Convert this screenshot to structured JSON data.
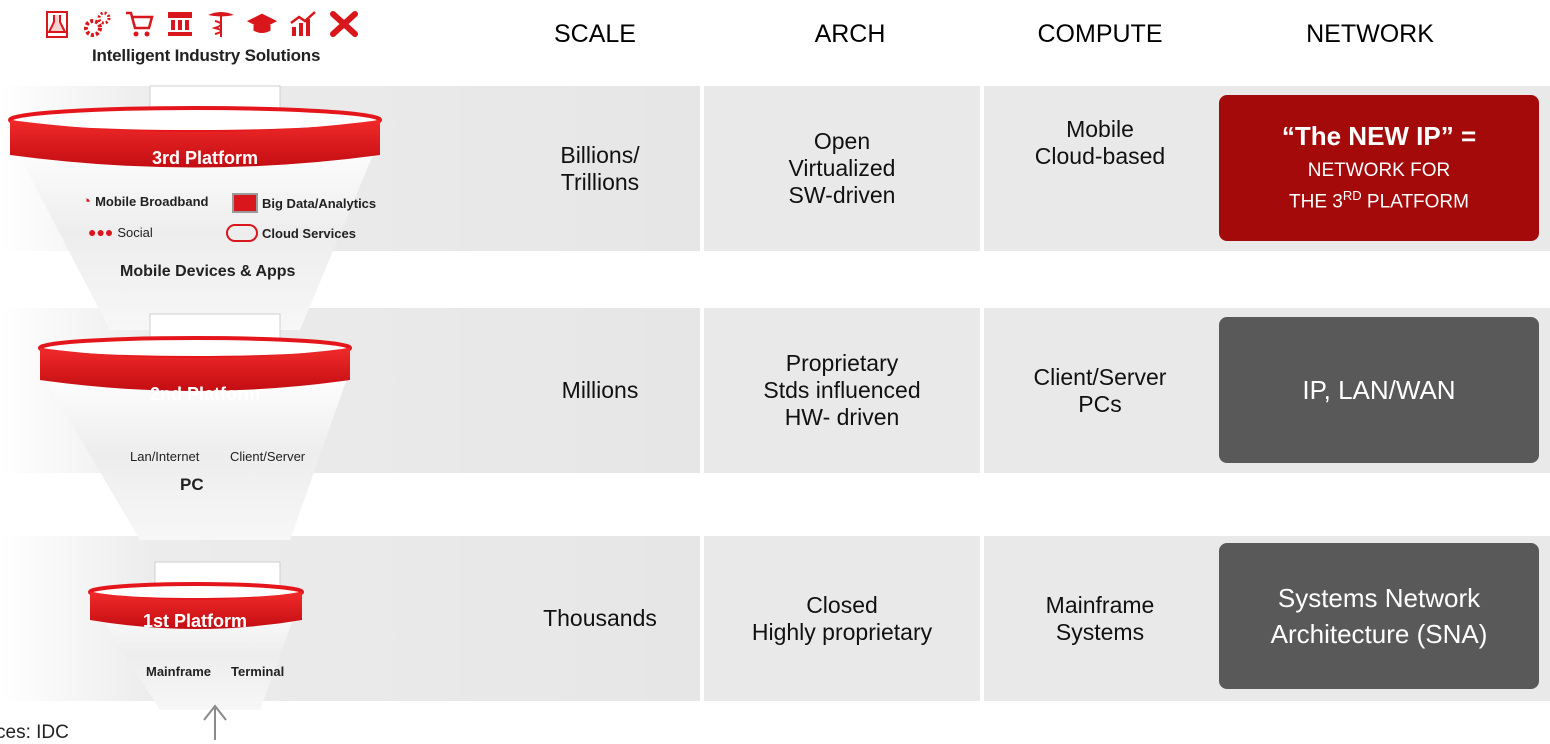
{
  "header": {
    "tagline": "Intelligent Industry Solutions",
    "icons": [
      "flask-icon",
      "gears-icon",
      "cart-icon",
      "bank-icon",
      "caduceus-icon",
      "graduation-cap-icon",
      "growth-chart-icon",
      "airplane-icon"
    ],
    "columns": [
      "SCALE",
      "ARCH",
      "COMPUTE",
      "NETWORK"
    ]
  },
  "platforms": [
    {
      "name": "3rd Platform",
      "tags": [
        "Mobile Broadband",
        "Big Data/Analytics",
        "Social",
        "Cloud Services"
      ],
      "caption": "Mobile Devices & Apps",
      "scale": [
        "Billions/",
        "Trillions"
      ],
      "arch": [
        "Open",
        "Virtualized",
        "SW-driven"
      ],
      "compute": [
        "Mobile",
        "Cloud-based"
      ],
      "network": {
        "title": "“The NEW IP” =",
        "line1": "NETWORK FOR",
        "line2_pre": "THE 3",
        "line2_sup": "RD",
        "line2_post": " PLATFORM"
      }
    },
    {
      "name": "2nd Platform",
      "tags": [
        "Lan/Internet",
        "Client/Server"
      ],
      "caption": "PC",
      "scale": [
        "Millions"
      ],
      "arch": [
        "Proprietary",
        "Stds influenced",
        "HW- driven"
      ],
      "compute": [
        "Client/Server",
        "PCs"
      ],
      "network": {
        "title": "IP, LAN/WAN"
      }
    },
    {
      "name": "1st Platform",
      "tags": [
        "Mainframe",
        "Terminal"
      ],
      "caption": "",
      "scale": [
        "Thousands"
      ],
      "arch": [
        "Closed",
        "Highly proprietary"
      ],
      "compute": [
        "Mainframe",
        "Systems"
      ],
      "network": {
        "title1": "Systems Network",
        "title2": "Architecture (SNA)"
      }
    }
  ],
  "footer": {
    "source": "ces: IDC"
  },
  "colors": {
    "accent_red": "#d9161c",
    "network_red": "#a50a0a",
    "network_grey": "#595959"
  }
}
